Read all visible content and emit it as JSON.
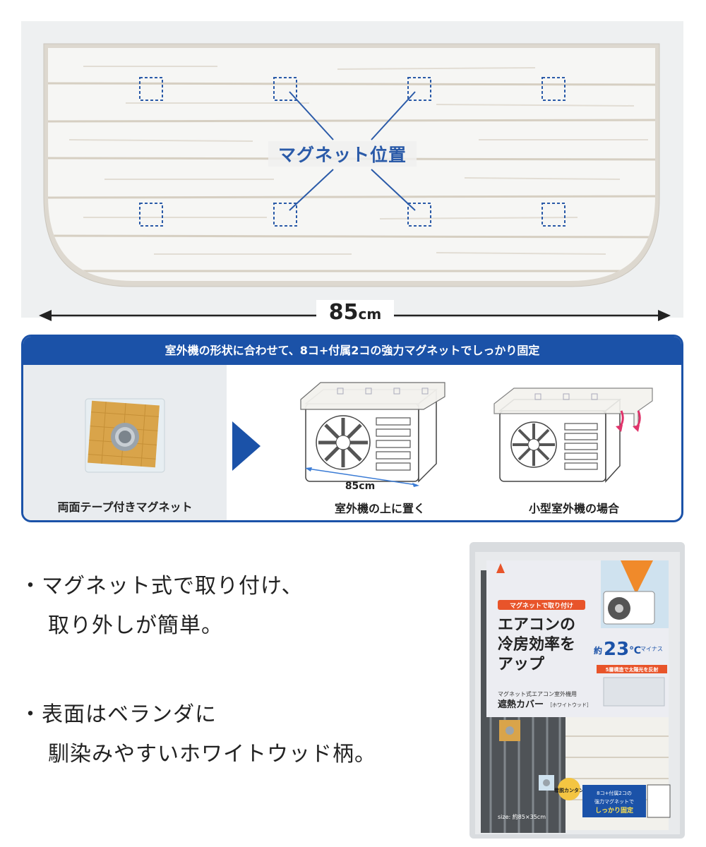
{
  "top_panel": {
    "magnet_label": "マグネット位置",
    "width_value": "85",
    "width_unit": "cm"
  },
  "blue_section": {
    "header": "室外機の形状に合わせて、8コ+付属2コの強力マグネットでしっかり固定",
    "caption_magnet": "両面テープ付きマグネット",
    "caption_place": "室外機の上に置く",
    "caption_small": "小型室外機の場合",
    "unit_width": "85cm"
  },
  "bullets": [
    {
      "marker": "・",
      "line1": "マグネット式で取り付け、",
      "line2": "取り外しが簡単。"
    },
    {
      "marker": "・",
      "line1": "表面はベランダに",
      "line2": "馴染みやすいホワイトウッド柄。"
    }
  ],
  "package": {
    "tagline": "マグネットで取り付け",
    "title_line1": "エアコンの",
    "title_line2": "冷房効率を",
    "title_line3": "アップ",
    "temp_prefix": "約",
    "temp_value": "23",
    "temp_unit": "℃",
    "temp_note": "マイナス",
    "layers_badge": "5層構造で太陽光を反射",
    "subtitle": "マグネット式エアコン室外機用",
    "product_name": "遮熱カバー",
    "variant": "［ホワイトウッド］",
    "easy_badge": "着脱カンタン",
    "magnet_badge_line1": "8コ+付属2コの",
    "magnet_badge_line2": "強力マグネットで",
    "magnet_badge_line3": "しっかり固定",
    "size_text": "size: 約85×35cm"
  },
  "colors": {
    "brand_blue": "#1b52a8",
    "accent_orange": "#e8542a",
    "wood_bg": "#eef0f1"
  }
}
